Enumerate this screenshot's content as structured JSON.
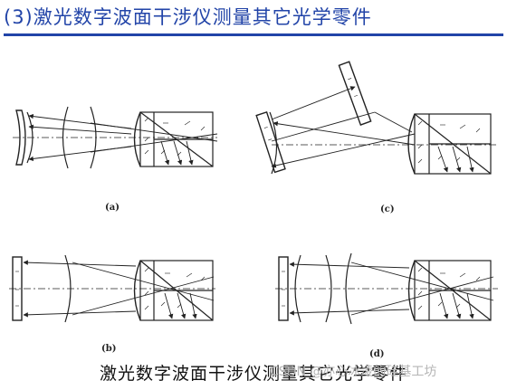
{
  "header": {
    "title": "(3)激光数字波面干涉仪测量其它光学零件"
  },
  "figure": {
    "panels": [
      {
        "id": "a",
        "label": "(a)"
      },
      {
        "id": "b",
        "label": "(b)"
      },
      {
        "id": "c",
        "label": "(c)"
      },
      {
        "id": "d",
        "label": "(d)"
      }
    ]
  },
  "caption": {
    "text": "激光数字波面干涉仪测量其它光学零件"
  },
  "watermark": {
    "text": "CSDN @亦心冰凌的硅基工坊"
  },
  "colors": {
    "title": "#2244a8",
    "rule": "#2244a8",
    "ink": "#222222"
  }
}
